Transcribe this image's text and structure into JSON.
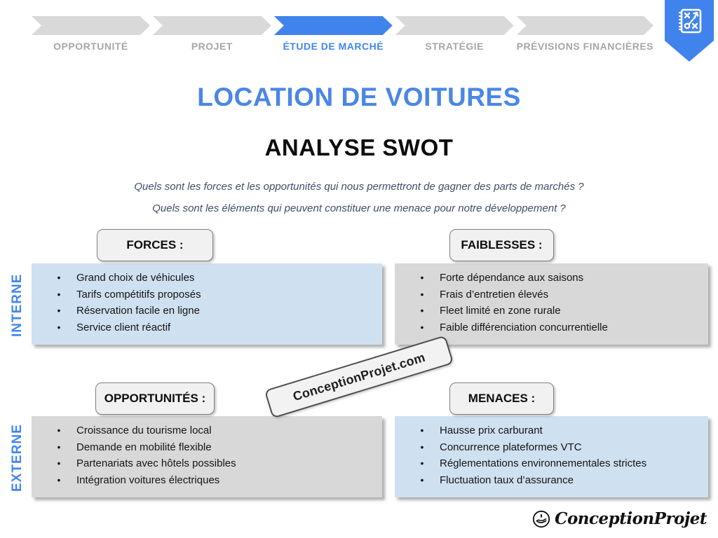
{
  "stepper": {
    "steps": [
      {
        "label": "OPPORTUNITÉ",
        "active": false
      },
      {
        "label": "PROJET",
        "active": false
      },
      {
        "label": "ÉTUDE DE MARCHÉ",
        "active": true
      },
      {
        "label": "STRATÉGIE",
        "active": false
      },
      {
        "label": "PRÉVISIONS FINANCIÈRES",
        "active": false
      }
    ]
  },
  "header": {
    "title": "LOCATION DE VOITURES",
    "subtitle": "ANALYSE SWOT",
    "questions": [
      "Quels sont les forces et les opportunités qui nous permettront de gagner des parts de marchés ?",
      "Quels sont les éléments qui peuvent constituer une menace pour notre développement ?"
    ]
  },
  "rows": {
    "internal_label": "INTERNE",
    "external_label": "EXTERNE"
  },
  "quadrants": {
    "forces": {
      "title": "FORCES :",
      "items": [
        "Grand choix de véhicules",
        "Tarifs compétitifs proposés",
        "Réservation facile en ligne",
        "Service client réactif"
      ]
    },
    "faiblesses": {
      "title": "FAIBLESSES :",
      "items": [
        "Forte dépendance aux saisons",
        "Frais d’entretien élevés",
        "Fleet limité en zone rurale",
        "Faible différenciation concurrentielle"
      ]
    },
    "opportunites": {
      "title": "OPPORTUNITÉS :",
      "items": [
        "Croissance du tourisme local",
        "Demande en mobilité flexible",
        "Partenariats avec hôtels possibles",
        "Intégration voitures électriques"
      ]
    },
    "menaces": {
      "title": "MENACES :",
      "items": [
        "Hausse prix carburant",
        "Concurrence plateformes VTC",
        "Réglementations environnementales strictes",
        "Fluctuation taux d’assurance"
      ]
    }
  },
  "watermark": {
    "text": "ConceptionProjet.com"
  },
  "logo": {
    "text": "ConceptionProjet"
  },
  "icons": {
    "pennant_icon": "strategy-playbook-icon",
    "logo_icon": "hand-holding-rocket-icon",
    "bullet_glyph": "•"
  },
  "colors": {
    "accent_blue": "#4183ec",
    "title_blue": "#4a86e8",
    "light_blue_box": "#cfe0f1",
    "gray_box": "#d8d8d8",
    "inactive_step": "#d9d9d9",
    "muted_label": "#a6a6a6",
    "question_text": "#3f4e63"
  }
}
